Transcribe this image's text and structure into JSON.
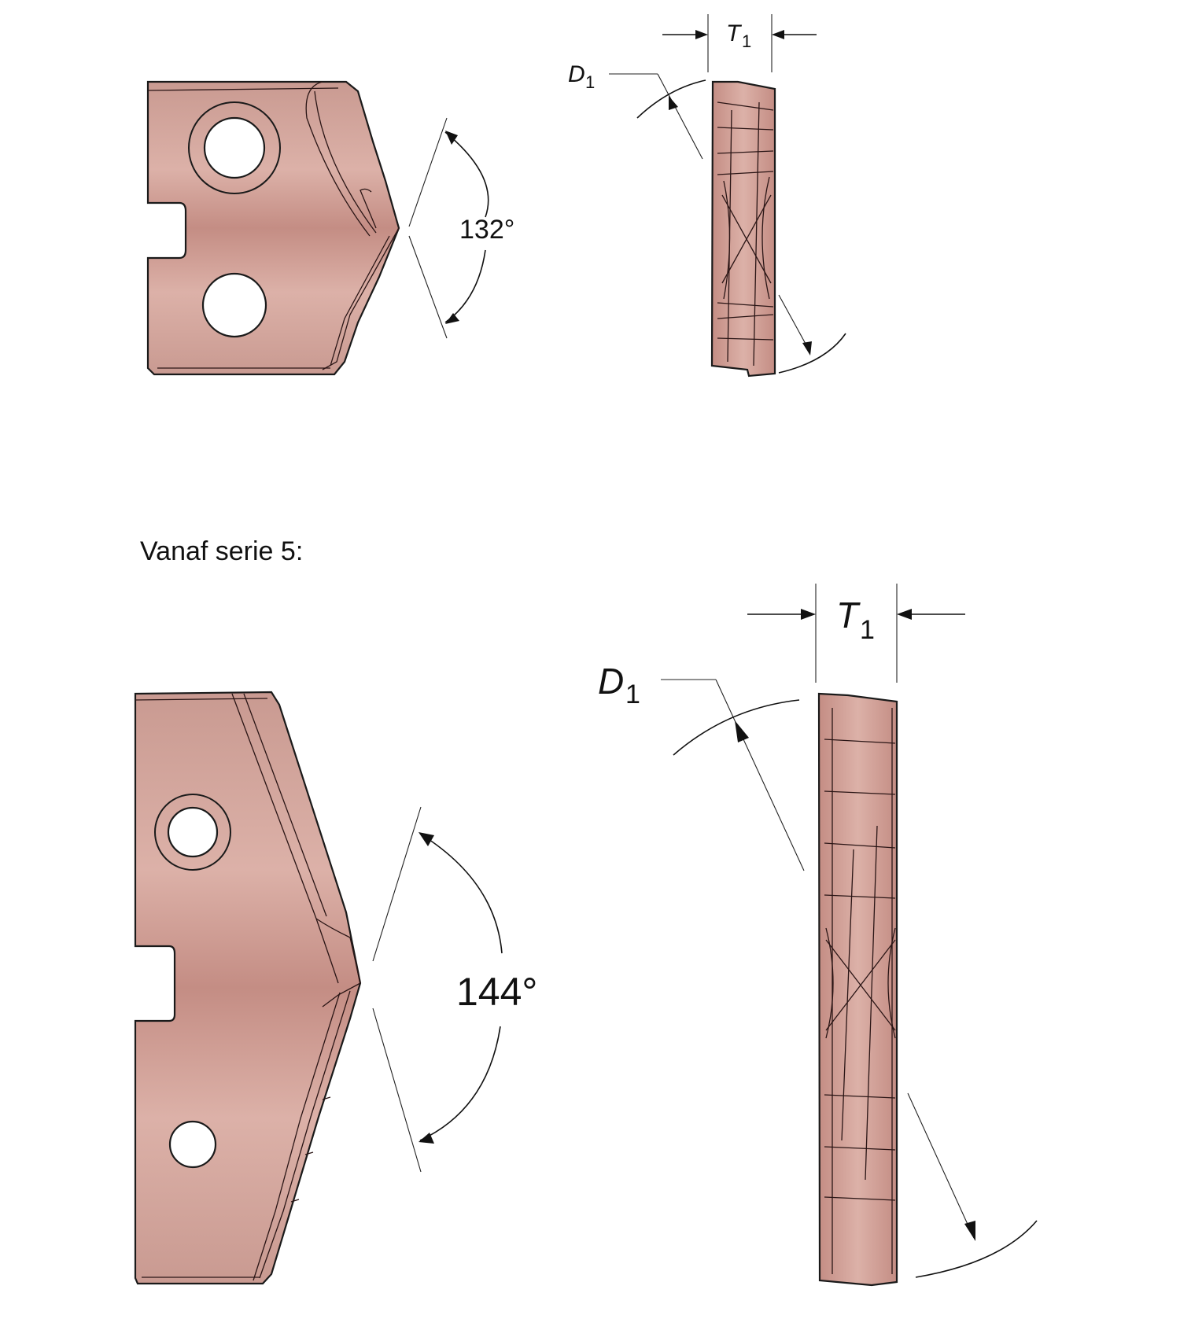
{
  "section_heading": "Vanaf serie 5:",
  "colors": {
    "insert_light": "#dcb1a8",
    "insert_dark": "#c48d84",
    "insert_edge": "#b87b72"
  },
  "top_views": {
    "front": {
      "angle_label": "132°"
    },
    "side": {
      "diameter_label": "D",
      "diameter_sub": "1",
      "thickness_label": "T",
      "thickness_sub": "1"
    }
  },
  "bottom_views": {
    "front": {
      "angle_label": "144°"
    },
    "side": {
      "diameter_label": "D",
      "diameter_sub": "1",
      "thickness_label": "T",
      "thickness_sub": "1"
    }
  }
}
